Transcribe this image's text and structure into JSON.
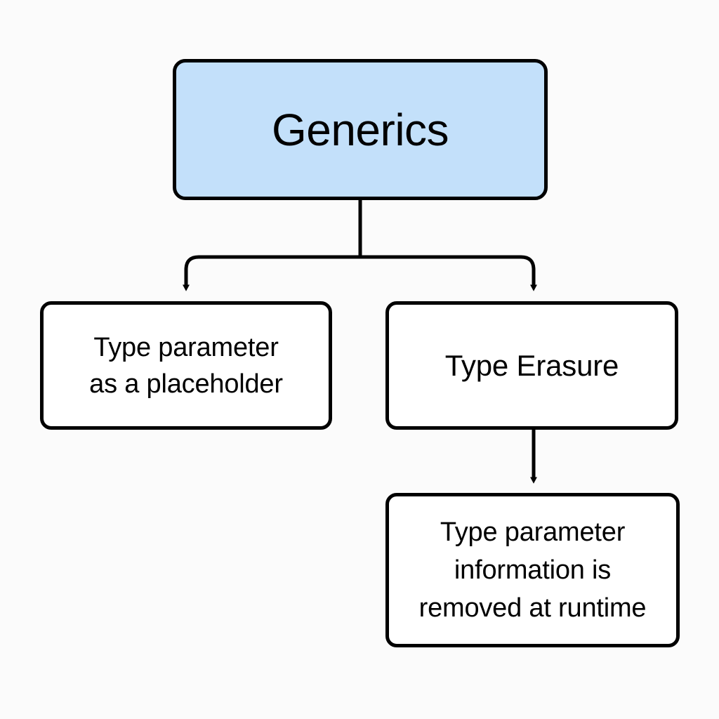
{
  "diagram": {
    "title": "Generics",
    "type": "tree-flowchart",
    "background_color": "#fbfbfb",
    "edge_color": "#000000",
    "nodes": [
      {
        "id": "generics",
        "label": "Generics",
        "fill": "#c3e0fa",
        "border": "#000000",
        "role": "root"
      },
      {
        "id": "type-parameter-placeholder",
        "label": "Type parameter\nas a placeholder",
        "fill": "#ffffff",
        "border": "#000000",
        "role": "child"
      },
      {
        "id": "type-erasure",
        "label": "Type Erasure",
        "fill": "#ffffff",
        "border": "#000000",
        "role": "child"
      },
      {
        "id": "erasure-detail",
        "label": "Type parameter\ninformation is\nremoved at runtime",
        "fill": "#ffffff",
        "border": "#000000",
        "role": "leaf"
      }
    ],
    "edges": [
      {
        "id": "edge-generics-to-placeholder",
        "from": "generics",
        "to": "type-parameter-placeholder",
        "style": "elbow",
        "arrow": "end"
      },
      {
        "id": "edge-generics-to-erasure",
        "from": "generics",
        "to": "type-erasure",
        "style": "elbow",
        "arrow": "end"
      },
      {
        "id": "edge-erasure-to-detail",
        "from": "type-erasure",
        "to": "erasure-detail",
        "style": "straight",
        "arrow": "end"
      }
    ]
  }
}
